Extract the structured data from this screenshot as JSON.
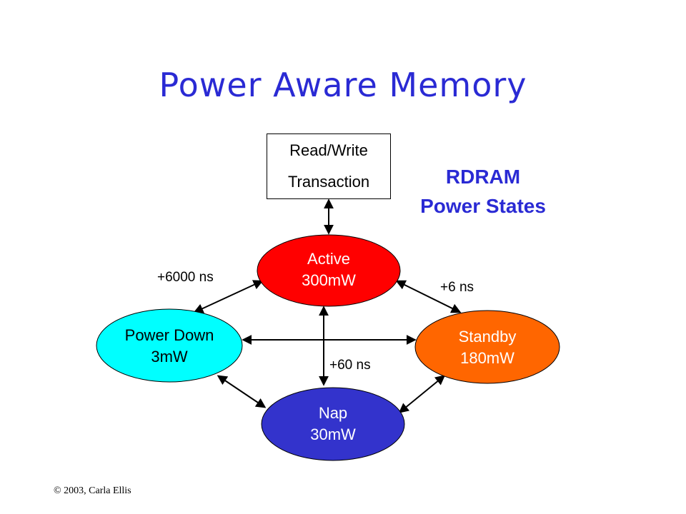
{
  "slide": {
    "title": "Power Aware Memory",
    "copyright": "© 2003, Carla Ellis"
  },
  "box": {
    "line1": "Read/Write",
    "line2": "Transaction"
  },
  "heading": {
    "line1": "RDRAM",
    "line2": "Power States"
  },
  "states": {
    "active": {
      "name": "Active",
      "power": "300mW",
      "color": "#ff0000",
      "text_color": "#ffffff"
    },
    "standby": {
      "name": "Standby",
      "power": "180mW",
      "color": "#ff6600",
      "text_color": "#ffffff"
    },
    "nap": {
      "name": "Nap",
      "power": "30mW",
      "color": "#3333cc",
      "text_color": "#ffffff"
    },
    "powerdown": {
      "name": "Power Down",
      "power": "3mW",
      "color": "#00ffff",
      "text_color": "#000000"
    }
  },
  "transitions": {
    "powerdown": "+6000 ns",
    "standby": "+6 ns",
    "nap": "+60 ns"
  }
}
